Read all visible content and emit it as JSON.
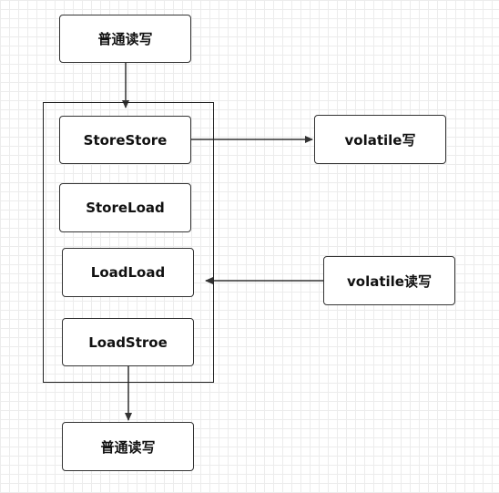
{
  "nodes": {
    "top_normal": "普通读写",
    "store_store": "StoreStore",
    "store_load": "StoreLoad",
    "load_load": "LoadLoad",
    "load_stroe": "LoadStroe",
    "bottom_normal": "普通读写",
    "volatile_write": "volatile写",
    "volatile_readwrite": "volatile读写"
  },
  "colors": {
    "line": "#333333",
    "grid": "#ececec"
  },
  "edges": [
    {
      "from": "top_normal",
      "to": "barrier-group"
    },
    {
      "from": "store_store",
      "to": "volatile_write"
    },
    {
      "from": "volatile_readwrite",
      "to": "load_load"
    },
    {
      "from": "load_stroe",
      "to": "bottom_normal"
    }
  ]
}
